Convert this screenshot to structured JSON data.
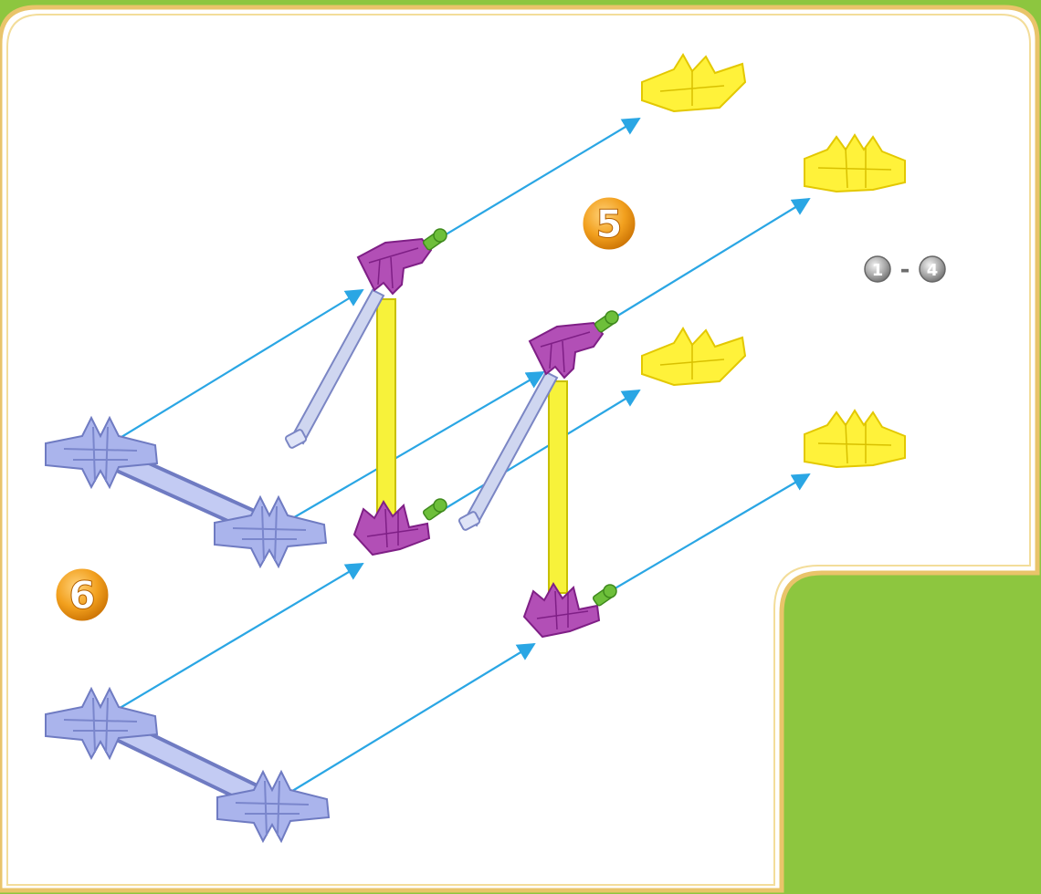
{
  "steps": {
    "step5_number": "5",
    "step6_number": "6"
  },
  "reference": {
    "range_start": "1",
    "range_separator": "-",
    "range_end": "4"
  },
  "colors": {
    "background_green": "#8dc63f",
    "panel_white": "#ffffff",
    "panel_border_gold": "#e9c46a",
    "arrow_blue": "#2aa6e4",
    "connector_lavender": "#aab4ec",
    "connector_magenta": "#a23ba3",
    "connector_yellow": "#fff23a",
    "rod_yellow": "#f7f23a",
    "rod_clear": "#cfd6f0",
    "peg_green": "#6dbf3a",
    "badge_orange": "#f2a01e",
    "badge_grey": "#9a9a9a"
  }
}
